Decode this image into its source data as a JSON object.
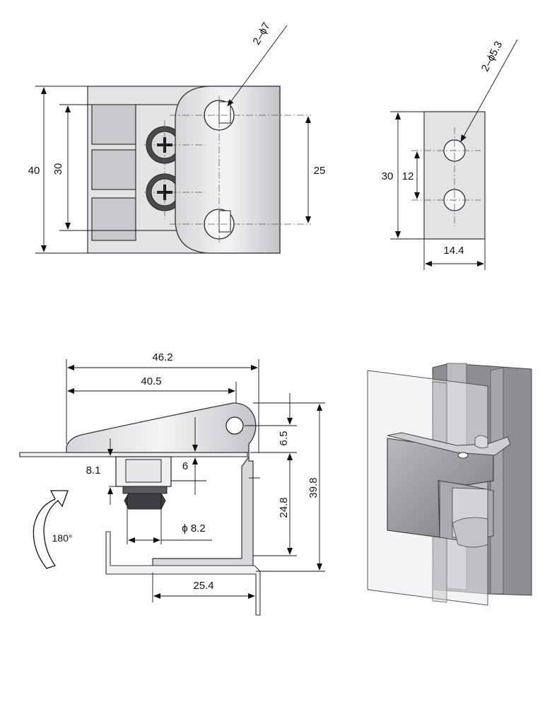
{
  "top_view": {
    "hole_callout": "2–ϕ7",
    "dim_height_outer": "40",
    "dim_height_inner": "30",
    "dim_hole_spacing": "25"
  },
  "plate_view": {
    "hole_callout": "2–ϕ5.3",
    "dim_height": "30",
    "dim_hole_spacing": "12",
    "dim_width": "14.4"
  },
  "side_view": {
    "dim_total_length": "46.2",
    "dim_leaf_length": "40.5",
    "dim_offset_top": "6.5",
    "dim_total_height": "39.8",
    "dim_lower_height": "24.8",
    "dim_nut_height": "8.1",
    "dim_thickness": "6",
    "dim_shaft_dia": "ϕ 8.2",
    "dim_bottom_width": "25.4",
    "rotation_label": "180°"
  },
  "colors": {
    "line": "#111111",
    "part_fill": "#e3e3e6",
    "part_dark": "#c9c9cd"
  }
}
